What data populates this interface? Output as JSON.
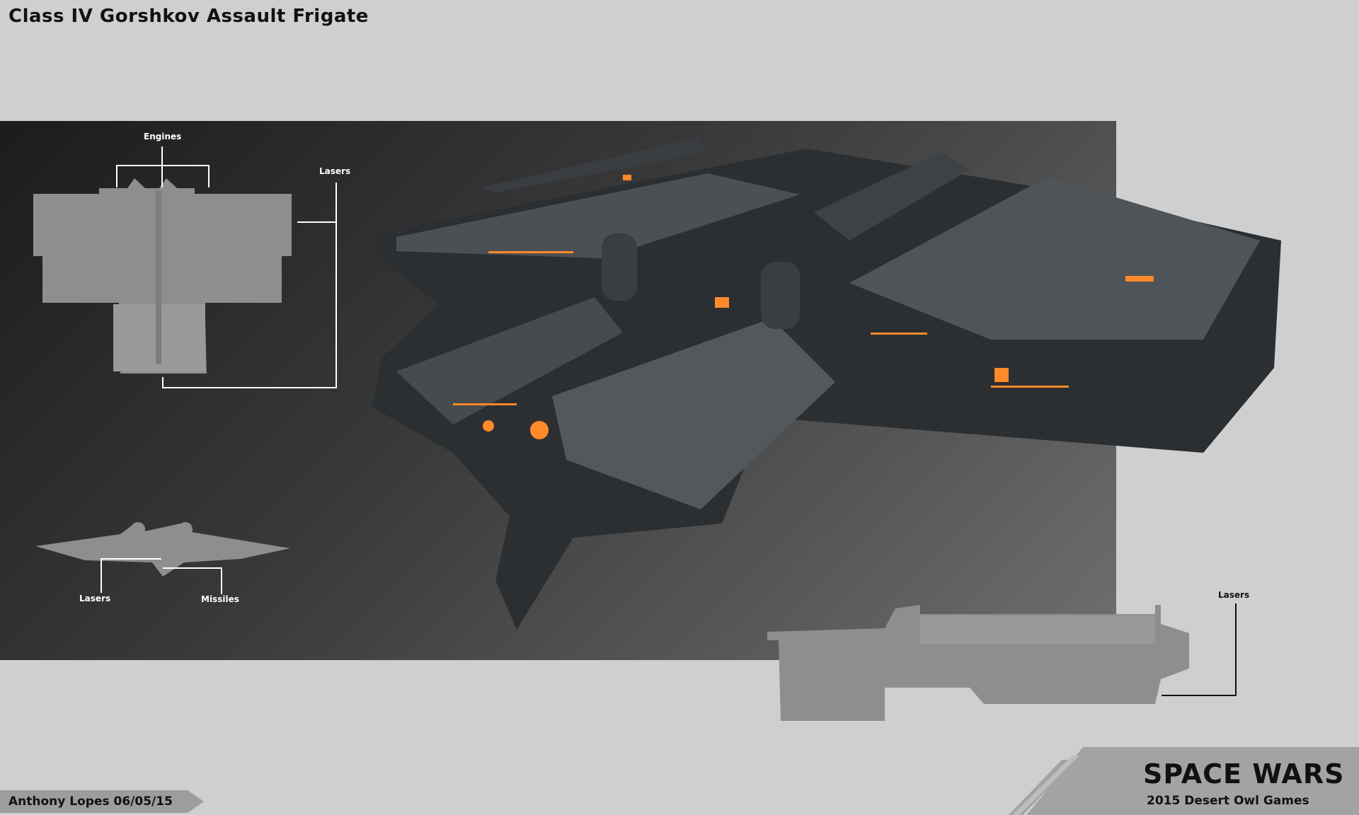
{
  "title": "Class IV Gorshkov Assault Frigate",
  "callouts": {
    "top_engines": "Engines",
    "top_lasers": "Lasers",
    "front_lasers": "Lasers",
    "front_missiles": "Missiles",
    "side_lasers": "Lasers"
  },
  "credit": "Anthony Lopes 06/05/15",
  "logo": {
    "title": "SPACE WARS",
    "subtitle": "2015 Desert Owl Games"
  },
  "colors": {
    "background": "#cfcfcf",
    "panel_dark": "#1c1c1c",
    "silhouette": "#8e8e8e",
    "accent_glow": "#ff8a2a"
  }
}
